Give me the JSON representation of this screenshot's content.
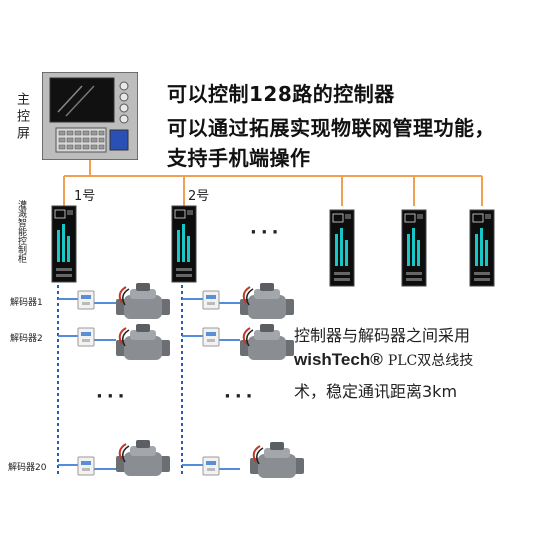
{
  "main_screen_label": "主控屏",
  "headline": {
    "line1": "可以控制128路的控制器",
    "line2": "可以通过拓展实现物联网管理功能，",
    "line3": "支持手机端操作"
  },
  "controller_labels": {
    "first": "1号",
    "second": "2号"
  },
  "cabinet_label": "灌溉智能控制柜",
  "decoder_labels": [
    "解码器1",
    "解码器2",
    "解码器20"
  ],
  "ellipsis": "···",
  "description": {
    "line1": "控制器与解码器之间采用",
    "brand": "wishTech®",
    "tech": "PLC双总线技",
    "line3": "术，稳定通讯距离3km"
  },
  "colors": {
    "bus_orange": "#f0a050",
    "bus_blue": "#2a5fb0",
    "wire_blue": "#3a7bd5"
  }
}
